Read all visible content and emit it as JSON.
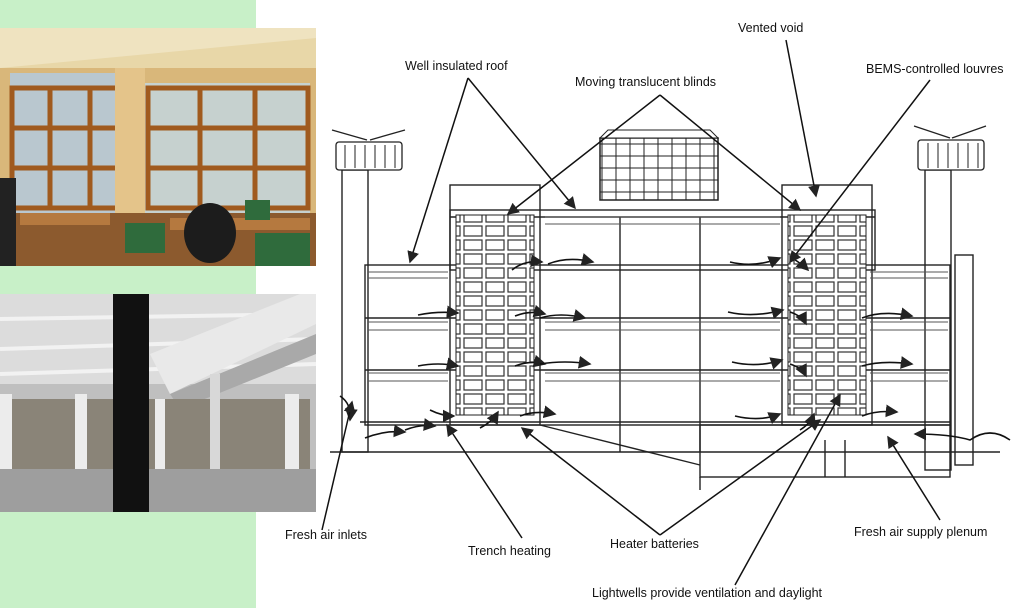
{
  "labels": {
    "vented_void": "Vented void",
    "well_insulated_roof": "Well insulated roof",
    "moving_translucent_blinds": "Moving translucent blinds",
    "bems_louvres": "BEMS-controlled louvres",
    "fresh_air_inlets": "Fresh air inlets",
    "trench_heating": "Trench heating",
    "heater_batteries": "Heater batteries",
    "fresh_air_supply_plenum": "Fresh air supply plenum",
    "lightwells": "Lightwells provide ventilation and daylight"
  },
  "colors": {
    "background_band": "#c8f0c8",
    "line": "#222222"
  }
}
